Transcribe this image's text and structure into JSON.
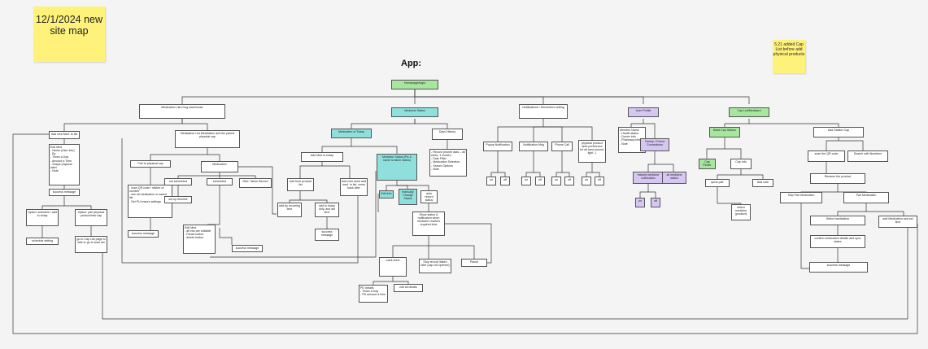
{
  "sticky_notes": {
    "date_note": "12/1/2024 new site map",
    "added_note": "5.21 added Cap List before add physical products"
  },
  "diagram_title": "App:",
  "colors": {
    "sticky": "#fff27a",
    "green": "#a8e6a0",
    "teal": "#8fe0dc",
    "purple": "#d6c6f2",
    "line": "#333333"
  },
  "nodes": {
    "homepage": "Homepage/login",
    "medication_list": "Medication List Drug warehouse",
    "medicine_status": "Medicine Status",
    "notifications": "Notifications / Reminders setting",
    "user_profile": "User Profile",
    "cap_list": "Cap List/Medicard",
    "add_med_to_list": "Add new Med. to list",
    "edit_med": "Edit Med\n- Name (User info)\n- By\n- Times a Day\n- Amount a Time\n- Shape physical label\n- Note",
    "success_1": "success message",
    "option_schedule": "Option: schedule / add to today",
    "option_cap": "Option: pair physical product/new cap",
    "schedule_setting": "schedule setting",
    "go_cap_list": "go to Cap List page to add or go to scan list",
    "med_list_detail": "Medication List Medication and the paired physical cap",
    "pair_physical_cap": "Pair to physical cap",
    "medication_node": "Medication",
    "scan_qr": "- scan QR code / sticker or number\n- see all medication or saved list\n- Set PU ensure settings",
    "success_2": "success message",
    "not_scheduled": "not scheduled",
    "scheduled": "scheduled",
    "med_taken_record": "Med. Taken Record",
    "setup_timeline": "set up timeline",
    "edit_med_2": "Edit Med.\n- all info are editable\n- Pause button\n- delete button",
    "success_3": "success message",
    "medication_today": "Medication of Today",
    "days_history": "Days History",
    "add_med_today": "Add Med to today",
    "add_from_list": "Add from product list",
    "add_new_med": "Add new need add med. in list, come back later",
    "add_recurring": "add by recurring time",
    "add_today_only": "add to today only, and set time",
    "success_4": "success message",
    "medicine_status_box": "Medicine Status (Pic & name & taken status)",
    "edit_info": "Edit info",
    "manually_change": "manually Change Status",
    "auto_record": "auto record status",
    "show_status": "Show status & notification when medicine reaches required time",
    "mark_done": "mark done",
    "stop_record": "Stop record /taken later (cap not opened)",
    "pause": "Pause",
    "pd_details": "PD details\n- Times a Day\n- PD amount a time",
    "edit_all_details": "edit all details",
    "history_detail": "- Record (month data -- all week, 1 month)\n- Date Filter\n- Medication Selection\n- Search Options\n- Note",
    "popup_notification": "Popup Notification",
    "notification_msg": "Notification Msg",
    "phone_call": "Phone Call",
    "physical_product": "physical product alert preference for all area (sound, light...)",
    "on": "on",
    "off": "off",
    "member_name": "Member Name\n- Health status\n- Doctor info\n- Pharmacy info\n- Note",
    "family_friend": "Family / Friend Connections",
    "missed_medicine": "missed medicine notification",
    "all_medicine_status": "all medicine status",
    "build_cap_station": "Build Cap Station",
    "cap_finder": "Cap Finder",
    "cap_info": "Cap Info",
    "quick_pair": "quick pair",
    "add_note": "Add note",
    "select_medicine": "select medicine (product)",
    "add_station_cap": "Add Station Cap",
    "scan_qr_code": "scan the QR code",
    "search_numbers": "Search with Numbers",
    "rename_product": "Rename the product",
    "skip_pair": "Skip Pair Medication",
    "pair_medication": "Pair Medication",
    "select_medication": "Select medication",
    "confirm_medication": "confirm medication details and sync status",
    "add_med_set_time": "add Medication and set time",
    "success_5": "success message"
  }
}
